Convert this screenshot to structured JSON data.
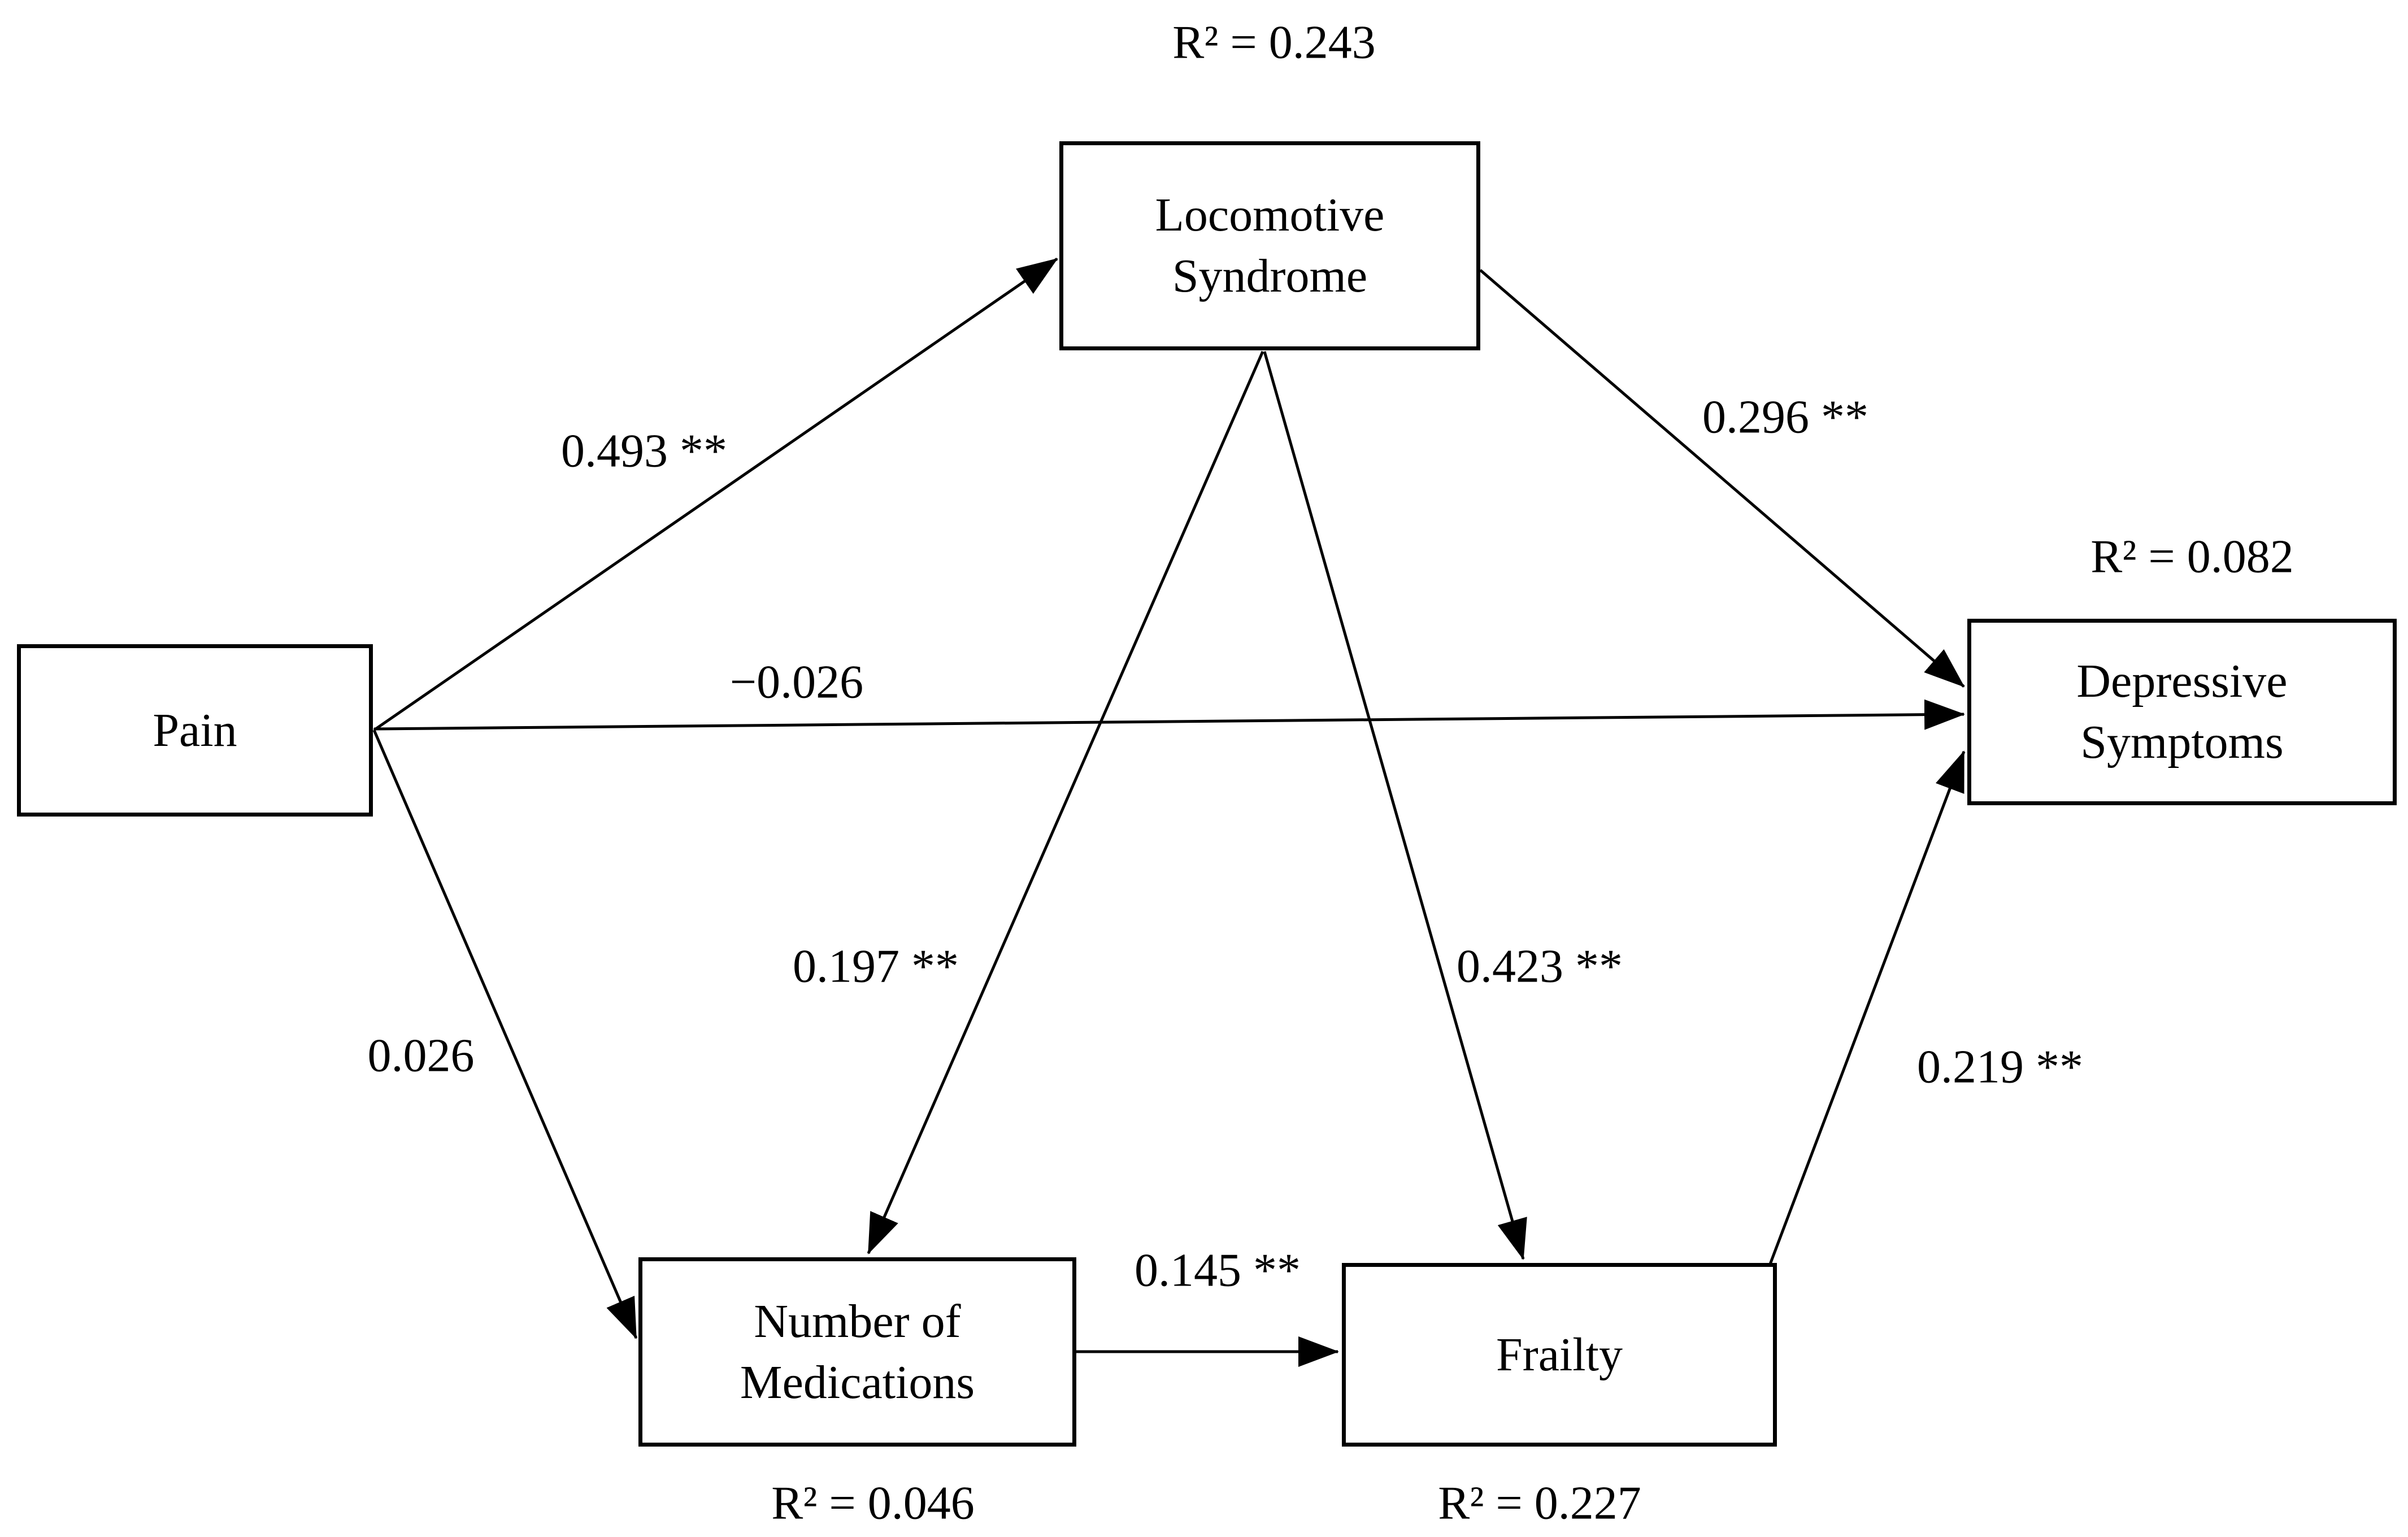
{
  "figure": {
    "background_color": "#ffffff",
    "ink_color": "#000000",
    "type": "path-analysis-diagram"
  },
  "nodes": {
    "pain": {
      "label": [
        "Pain"
      ]
    },
    "locomotive_syndrome": {
      "label": [
        "Locomotive",
        "Syndrome"
      ],
      "r2": "R² = 0.243"
    },
    "depressive_symptoms": {
      "label": [
        "Depressive",
        "Symptoms"
      ],
      "r2": "R² = 0.082"
    },
    "number_of_medications": {
      "label": [
        "Number of",
        "Medications"
      ],
      "r2": "R² = 0.046"
    },
    "frailty": {
      "label": [
        "Frailty"
      ],
      "r2": "R² = 0.227"
    }
  },
  "path_coefficients": {
    "pain_to_locomotive": "0.493 **",
    "pain_to_depressive": "−0.026",
    "pain_to_medications": "0.026",
    "locomotive_to_depressive": "0.296 **",
    "locomotive_to_medications": "0.197 **",
    "locomotive_to_frailty": "0.423 **",
    "medications_to_frailty": "0.145 **",
    "frailty_to_depressive": "0.219 **"
  }
}
